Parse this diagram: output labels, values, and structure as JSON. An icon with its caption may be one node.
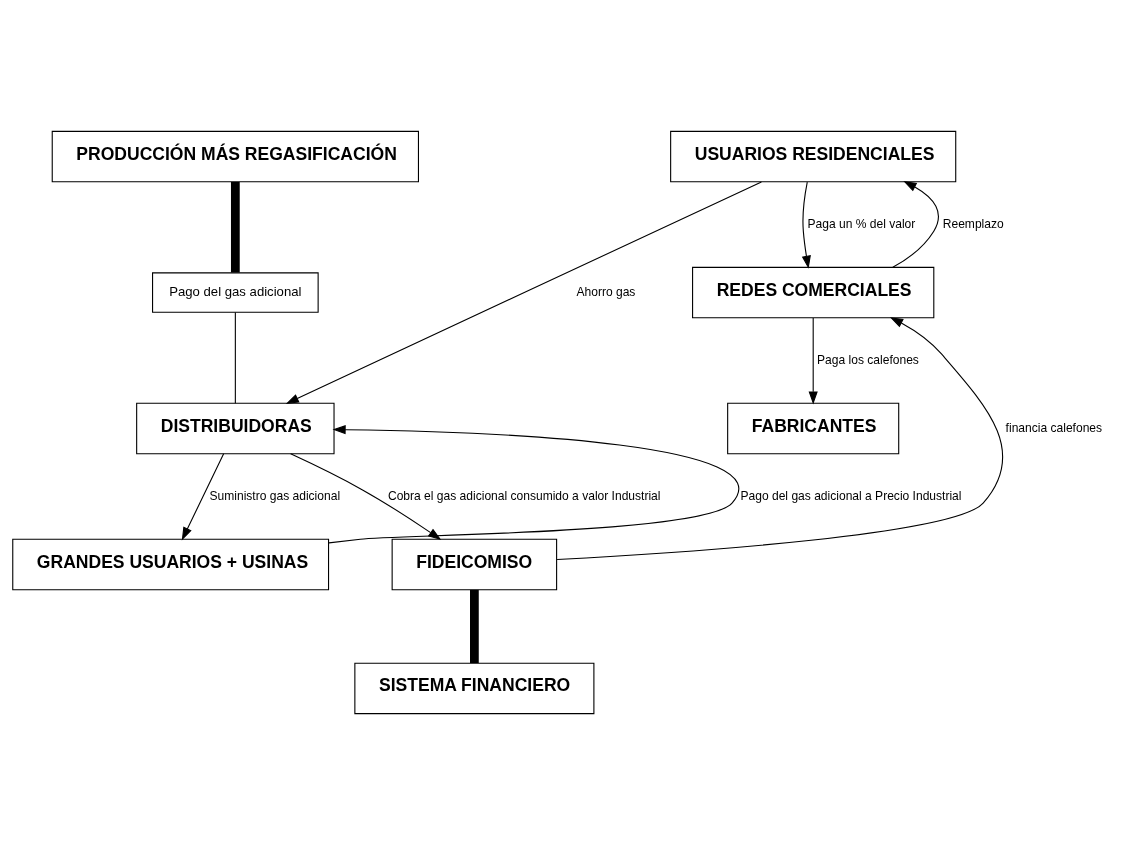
{
  "diagram": {
    "nodes": [
      {
        "text": [
          "PRODUCCIÓN MÁS REGASIFICACIÓN"
        ]
      },
      {
        "text": [
          "Pago del gas adicional"
        ]
      },
      {
        "text": [
          "DISTRIBUIDORAS"
        ]
      },
      {
        "text": [
          "USUARIOS RESIDENCIALES"
        ]
      },
      {
        "text": [
          "GRANDES USUARIOS + USINAS"
        ]
      },
      {
        "text": [
          "REDES COMERCIALES"
        ]
      },
      {
        "text": [
          "FIDEICOMISO"
        ]
      },
      {
        "text": [
          "FABRICANTES"
        ]
      },
      {
        "text": [
          "SISTEMA FINANCIERO"
        ]
      }
    ],
    "edges": [
      {
        "from": 0,
        "to": 1,
        "arrow": "none",
        "style": "thick"
      },
      {
        "from": 1,
        "to": 2,
        "arrow": "none"
      },
      {
        "from": 3,
        "to": 2,
        "arrow": "to",
        "label": "Ahorro gas"
      },
      {
        "from": 4,
        "to": 2,
        "arrow": "to",
        "label": "Pago del gas adicional a Precio Industrial"
      },
      {
        "from": 2,
        "to": 4,
        "arrow": "to",
        "label": "Suministro gas adicional"
      },
      {
        "from": 2,
        "to": 6,
        "arrow": "to",
        "label": "Cobra el gas adicional consumido a valor Industrial"
      },
      {
        "from": 3,
        "to": 5,
        "arrow": "to",
        "label": "Paga un % del valor"
      },
      {
        "from": 5,
        "to": 3,
        "arrow": "to",
        "label": "Reemplazo"
      },
      {
        "from": 6,
        "to": 5,
        "arrow": "to",
        "label": "financia calefones"
      },
      {
        "from": 5,
        "to": 7,
        "arrow": "to",
        "label": "Paga los calefones"
      },
      {
        "from": 6,
        "to": 8,
        "arrow": "none",
        "style": "thick"
      }
    ]
  }
}
